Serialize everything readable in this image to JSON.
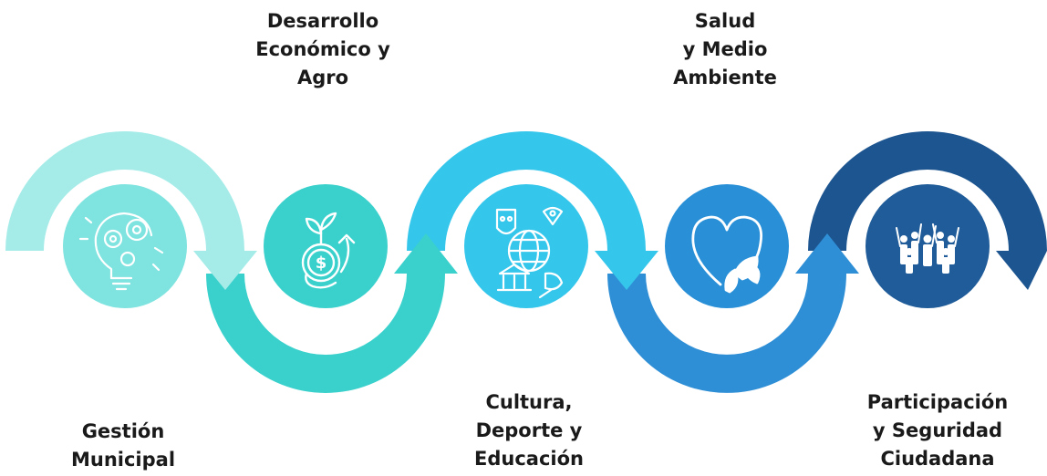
{
  "steps": [
    {
      "id": "gestion",
      "lines": [
        "Gestión",
        "Municipal"
      ],
      "icon": "lightbulb-gears-icon",
      "color": "#7fe3df",
      "arrow_color": "#a5ece9"
    },
    {
      "id": "desarrollo",
      "lines": [
        "Desarrollo",
        "Económico y",
        "Agro"
      ],
      "icon": "plant-coin-growth-icon",
      "color": "#3ad1cc",
      "arrow_color": "#3ad1cc"
    },
    {
      "id": "cultura",
      "lines": [
        "Cultura,",
        "Deporte y",
        "Educación"
      ],
      "icon": "culture-globe-icon",
      "color": "#34c6eb",
      "arrow_color": "#34c6eb"
    },
    {
      "id": "salud",
      "lines": [
        "Salud",
        "y Medio",
        "Ambiente"
      ],
      "icon": "heart-leaf-icon",
      "color": "#2990d8",
      "arrow_color": "#2f8fd6"
    },
    {
      "id": "participacion",
      "lines": [
        "Participación",
        "y Seguridad",
        "Ciudadana"
      ],
      "icon": "crowd-people-icon",
      "color": "#1f5c99",
      "arrow_color": "#1d5590"
    }
  ]
}
